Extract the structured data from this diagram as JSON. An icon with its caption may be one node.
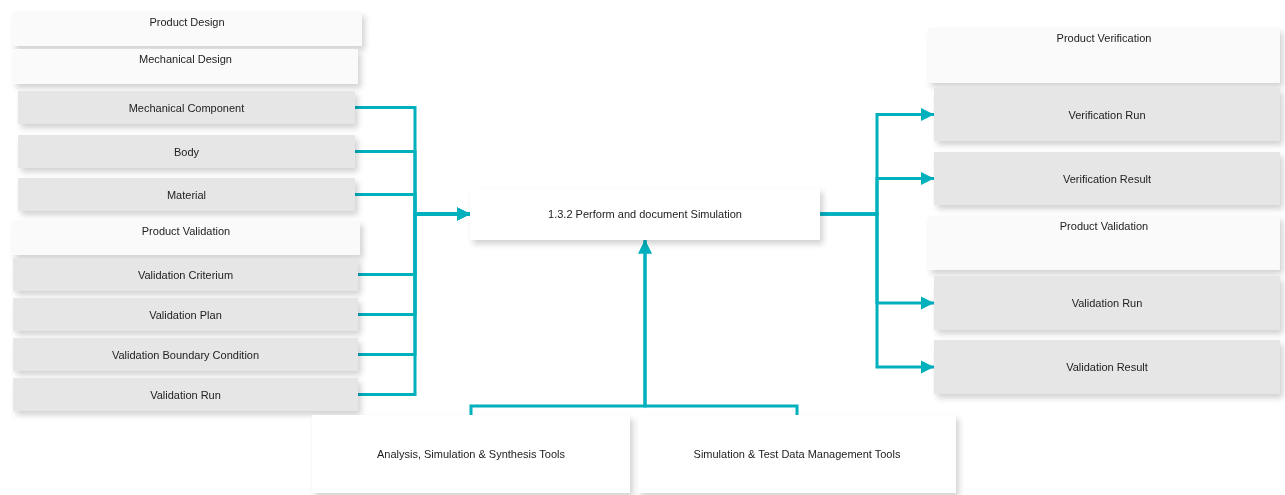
{
  "diagram": {
    "nodes": [
      {
        "text": [
          "Product Design"
        ]
      },
      {
        "text": [
          "Mechanical Design"
        ]
      },
      {
        "text": [
          "Mechanical Component"
        ]
      },
      {
        "text": [
          "Body"
        ]
      },
      {
        "text": [
          "Material"
        ]
      },
      {
        "text": [
          "Product Validation"
        ]
      },
      {
        "text": [
          "Validation Criterium"
        ]
      },
      {
        "text": [
          "Validation Plan"
        ]
      },
      {
        "text": [
          "Validation Boundary Condition"
        ]
      },
      {
        "text": [
          "Validation Run"
        ]
      },
      {
        "text": [
          "1.3.2 Perform and document Simulation"
        ]
      },
      {
        "text": [
          "Product Verification"
        ]
      },
      {
        "text": [
          "Verification Run"
        ]
      },
      {
        "text": [
          "Verification Result"
        ]
      },
      {
        "text": [
          "Product Validation"
        ]
      },
      {
        "text": [
          "Validation Run"
        ]
      },
      {
        "text": [
          "Validation Result"
        ]
      },
      {
        "text": [
          "Analysis, Simulation & Synthesis Tools"
        ]
      },
      {
        "text": [
          "Simulation & Test Data Management Tools"
        ]
      }
    ],
    "edges": [
      {
        "from": 2,
        "to": 10,
        "arrow": "to"
      },
      {
        "from": 3,
        "to": 10,
        "arrow": "to"
      },
      {
        "from": 4,
        "to": 10,
        "arrow": "to"
      },
      {
        "from": 6,
        "to": 10,
        "arrow": "to"
      },
      {
        "from": 7,
        "to": 10,
        "arrow": "to"
      },
      {
        "from": 8,
        "to": 10,
        "arrow": "to"
      },
      {
        "from": 9,
        "to": 10,
        "arrow": "to"
      },
      {
        "from": 10,
        "to": 12,
        "arrow": "to"
      },
      {
        "from": 10,
        "to": 13,
        "arrow": "to"
      },
      {
        "from": 10,
        "to": 15,
        "arrow": "to"
      },
      {
        "from": 10,
        "to": 16,
        "arrow": "to"
      },
      {
        "from": 17,
        "to": 10,
        "arrow": "to"
      },
      {
        "from": 18,
        "to": 10,
        "arrow": "to"
      }
    ]
  }
}
